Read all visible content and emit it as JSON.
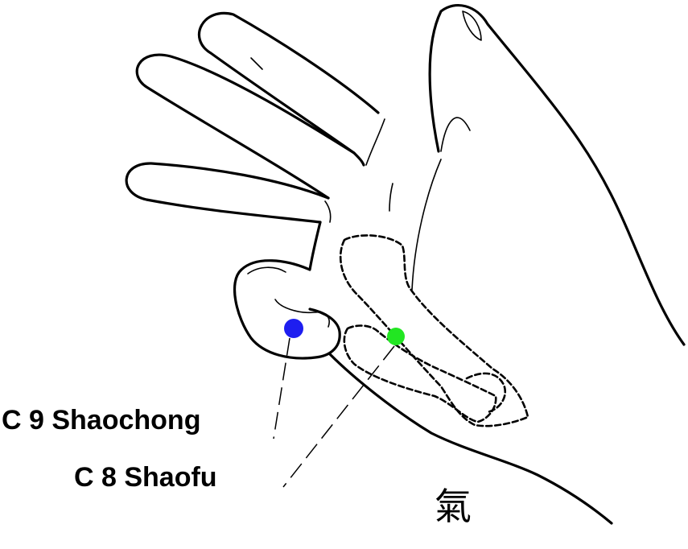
{
  "points": [
    {
      "code": "C 9 Shaochong",
      "color": "#1e1ef0"
    },
    {
      "code": "C 8 Shaofu",
      "color": "#22e622"
    }
  ],
  "qi_glyph": "氣"
}
